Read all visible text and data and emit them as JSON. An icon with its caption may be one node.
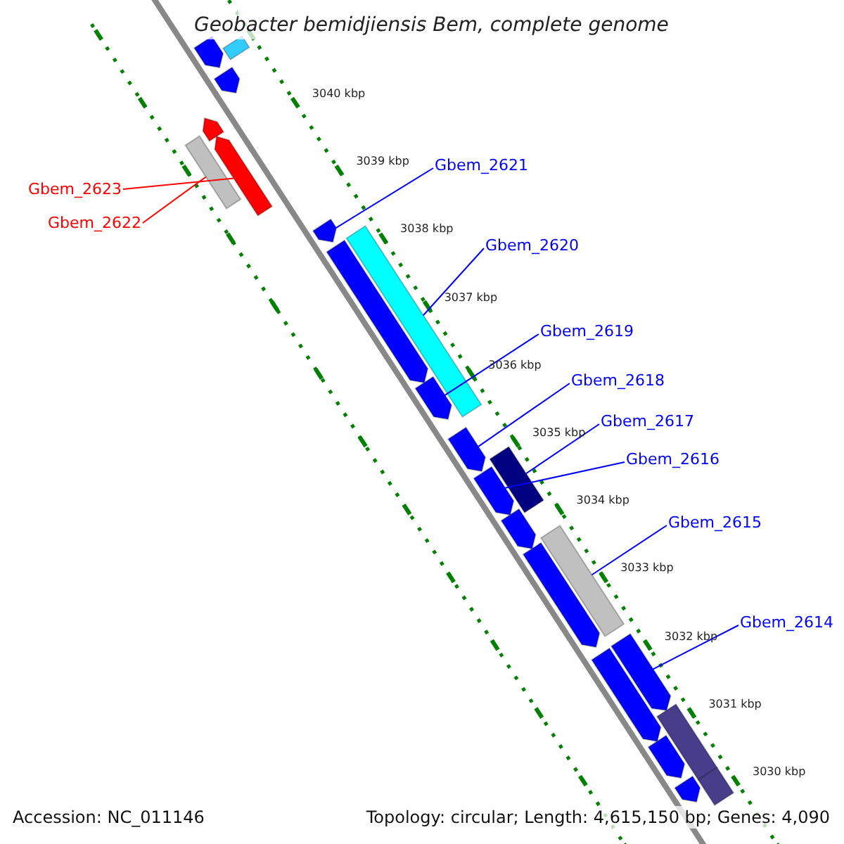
{
  "diagram": {
    "title": "Geobacter bemidjiensis Bem, complete genome",
    "nodes": [
      {
        "text": [
          "Gbem_2621"
        ]
      },
      {
        "text": [
          "Gbem_2623"
        ]
      },
      {
        "text": [
          "Gbem_2622"
        ]
      },
      {
        "text": [
          "Gbem_2620"
        ]
      },
      {
        "text": [
          "Gbem_2619"
        ]
      },
      {
        "text": [
          "Gbem_2618"
        ]
      },
      {
        "text": [
          "Gbem_2617"
        ]
      },
      {
        "text": [
          "Gbem_2616"
        ]
      },
      {
        "text": [
          "Gbem_2615"
        ]
      },
      {
        "text": [
          "Gbem_2614"
        ]
      },
      {
        "text": [],
        "shape": "bar"
      },
      {
        "text": [],
        "shape": "bar"
      },
      {
        "text": [],
        "shape": "bar"
      },
      {
        "text": [],
        "shape": "bar"
      },
      {
        "text": [],
        "shape": "bar"
      },
      {
        "text": [],
        "shape": "bar"
      },
      {
        "text": [],
        "shape": "bar"
      },
      {
        "text": [],
        "shape": "bar"
      },
      {
        "text": [],
        "shape": "bar"
      },
      {
        "text": [],
        "shape": "bar"
      },
      {
        "text": [],
        "shape": "bar"
      },
      {
        "text": [],
        "shape": "bar"
      },
      {
        "text": [],
        "shape": "bar"
      },
      {
        "text": [],
        "shape": "bar"
      },
      {
        "text": [],
        "shape": "bar"
      },
      {
        "text": [],
        "shape": "bar"
      },
      {
        "text": [],
        "shape": "bar"
      },
      {
        "text": [],
        "shape": "bar"
      },
      {
        "text": [],
        "shape": "bar"
      },
      {
        "text": [],
        "shape": "bar"
      },
      {
        "text": [],
        "shape": "bar"
      },
      {
        "text": [],
        "shape": "bar"
      }
    ],
    "edges": [
      {
        "from": 0,
        "to": 16,
        "arrow": "none"
      },
      {
        "from": 1,
        "to": 14,
        "arrow": "none",
        "color": "#ff0000"
      },
      {
        "from": 2,
        "to": 15,
        "arrow": "none",
        "color": "#ff0000"
      },
      {
        "from": 3,
        "to": 17,
        "arrow": "none"
      },
      {
        "from": 4,
        "to": 19,
        "arrow": "none"
      },
      {
        "from": 5,
        "to": 20,
        "arrow": "none"
      },
      {
        "from": 6,
        "to": 21,
        "arrow": "none"
      },
      {
        "from": 7,
        "to": 22,
        "arrow": "none"
      },
      {
        "from": 8,
        "to": 24,
        "arrow": "none"
      },
      {
        "from": 9,
        "to": 26,
        "arrow": "none"
      }
    ],
    "labels": [
      "3040 kbp",
      "3039 kbp",
      "3038 kbp",
      "3037 kbp",
      "3036 kbp",
      "3035 kbp",
      "3034 kbp",
      "3033 kbp",
      "3032 kbp",
      "3031 kbp",
      "3030 kbp",
      "Accession: NC_011146",
      "Topology: circular; Length: 4,615,150 bp; Genes: 4,090"
    ]
  }
}
